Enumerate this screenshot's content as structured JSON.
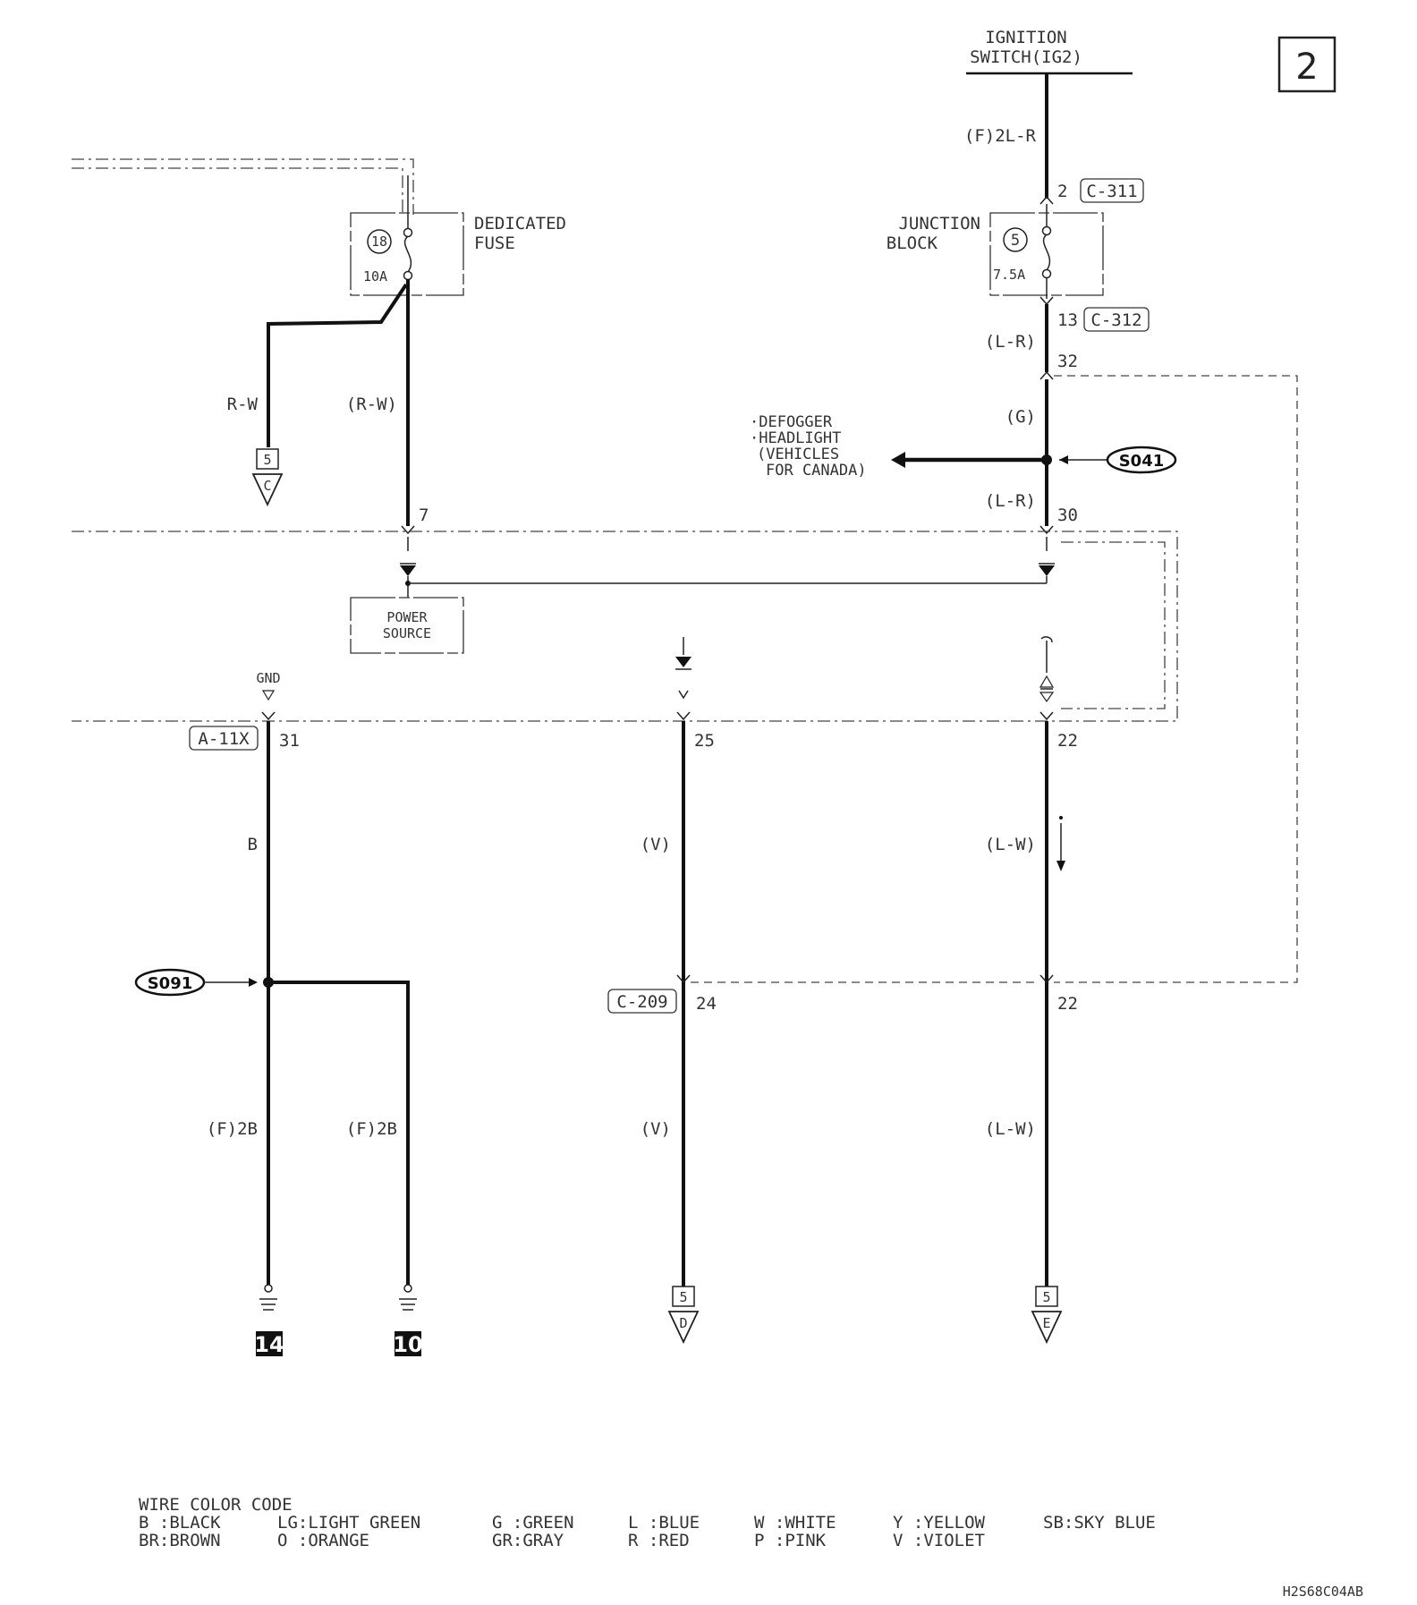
{
  "page_number": "2",
  "ignition_switch": {
    "line1": "IGNITION",
    "line2": "SWITCH(IG2)"
  },
  "wires": {
    "ig_wire": "(F)2L-R",
    "jb_out": "(L-R)",
    "g_wire": "(G)",
    "lr_wire": "(L-R)",
    "fuse_left": "R-W",
    "fuse_right": "(R-W)",
    "b_wire": "B",
    "v_wire_top": "(V)",
    "lw_wire_top": "(L-W)",
    "ground_left": "(F)2B",
    "ground_right": "(F)2B",
    "v_wire_bottom": "(V)",
    "lw_wire_bottom": "(L-W)"
  },
  "connectors": {
    "c311": "C-311",
    "c312": "C-312",
    "a11x": "A-11X",
    "c209": "C-209"
  },
  "pins": {
    "p2_top": "2",
    "p13": "13",
    "p32": "32",
    "p30": "30",
    "p7": "7",
    "p31": "31",
    "p25": "25",
    "p22_top": "22",
    "p24": "24",
    "p22_bottom": "22"
  },
  "dedicated_fuse": {
    "line1": "DEDICATED",
    "line2": "FUSE",
    "number": "18",
    "rating": "10A"
  },
  "junction_block": {
    "line1": "JUNCTION",
    "line2": "BLOCK",
    "number": "5",
    "rating": "7.5A"
  },
  "splices": {
    "s041": "S041",
    "s091": "S091"
  },
  "branch_note": {
    "line1": "·DEFOGGER",
    "line2": "·HEADLIGHT",
    "line3": "(VEHICLES",
    "line4": "FOR CANADA)"
  },
  "power_source": {
    "line1": "POWER",
    "line2": "SOURCE"
  },
  "gnd_label": "GND",
  "offpage": {
    "left": {
      "page": "5",
      "letter": "C"
    },
    "mid": {
      "page": "5",
      "letter": "D"
    },
    "right": {
      "page": "5",
      "letter": "E"
    }
  },
  "grounds": {
    "left": "14",
    "right": "10"
  },
  "wire_color_code": {
    "title": "WIRE COLOR CODE",
    "row1": [
      "B :BLACK",
      "LG:LIGHT GREEN",
      "G :GREEN",
      "L :BLUE",
      "W :WHITE",
      "Y :YELLOW",
      "SB:SKY BLUE"
    ],
    "row2": [
      "BR:BROWN",
      "O :ORANGE",
      "GR:GRAY",
      "R :RED",
      "P :PINK",
      "V :VIOLET"
    ]
  },
  "figure_id": "H2S68C04AB"
}
